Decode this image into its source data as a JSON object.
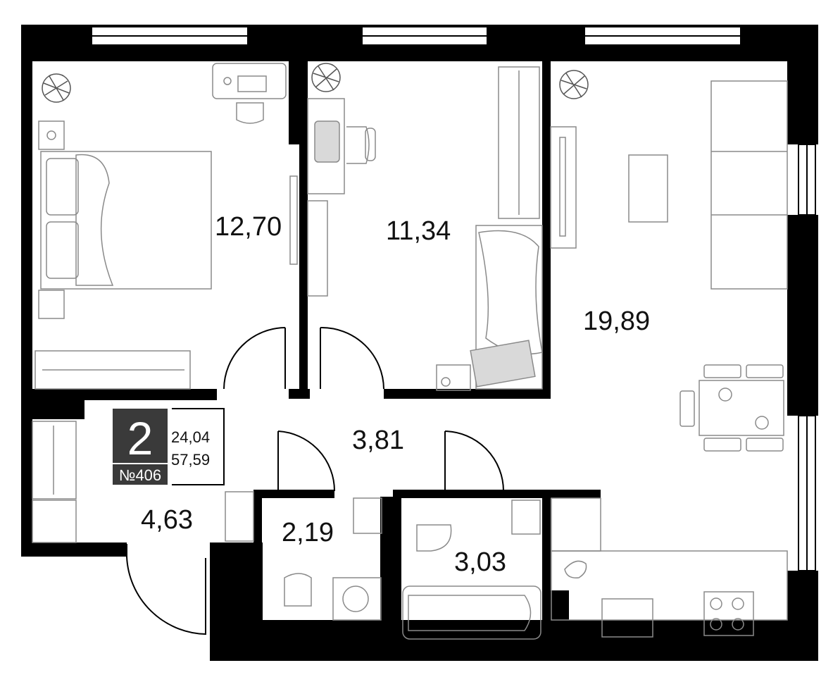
{
  "rooms": {
    "bedroom": "12,70",
    "childroom": "11,34",
    "living_kitchen": "19,89",
    "corridor": "3,81",
    "hall": "4,63",
    "wc": "2,19",
    "bathroom": "3,03"
  },
  "info": {
    "room_count": "2",
    "apartment_number": "№406",
    "living_area": "24,04",
    "total_area": "57,59"
  },
  "colors": {
    "wall": "#000000",
    "furniture_stroke": "#8a8a8a",
    "furniture_fill": "#d9d9d9",
    "badge_bg": "#3a3a3a",
    "badge_text": "#ffffff"
  }
}
